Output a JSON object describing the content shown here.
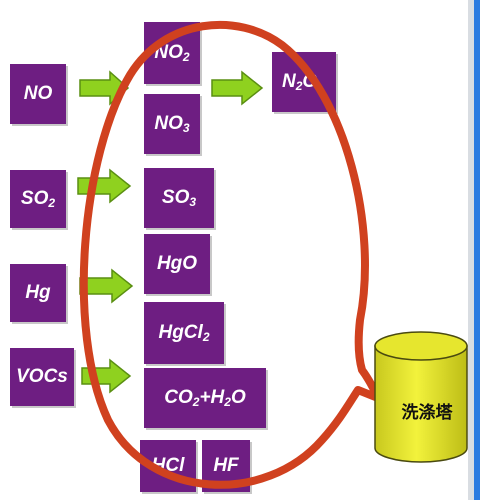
{
  "sources": [
    {
      "id": "no",
      "label": "NO"
    },
    {
      "id": "so2",
      "base": "SO",
      "sub": "2"
    },
    {
      "id": "hg",
      "label": "Hg"
    },
    {
      "id": "vocs",
      "label": "VOCs"
    }
  ],
  "products": {
    "no2": {
      "base": "NO",
      "sub": "2"
    },
    "no3": {
      "base": "NO",
      "sub": "3"
    },
    "n2o5": {
      "base": "N",
      "sub": "2",
      "tail": "O"
    },
    "so3": {
      "base": "SO",
      "sub": "3"
    },
    "hgo": {
      "label": "HgO"
    },
    "hgcl2": {
      "base": "HgCl",
      "sub": "2"
    },
    "co2h2o": {
      "p1": "CO",
      "s1": "2",
      "p2": "+H",
      "s2": "2",
      "p3": "O"
    },
    "hcl": {
      "label": "HCl"
    },
    "hf": {
      "label": "HF"
    }
  },
  "tower": {
    "label": "洗涤塔"
  },
  "colors": {
    "box": "#6e1e82",
    "arrow": "#8fd11f",
    "ellipse": "#d0411f",
    "tower": "#e6e62e"
  }
}
